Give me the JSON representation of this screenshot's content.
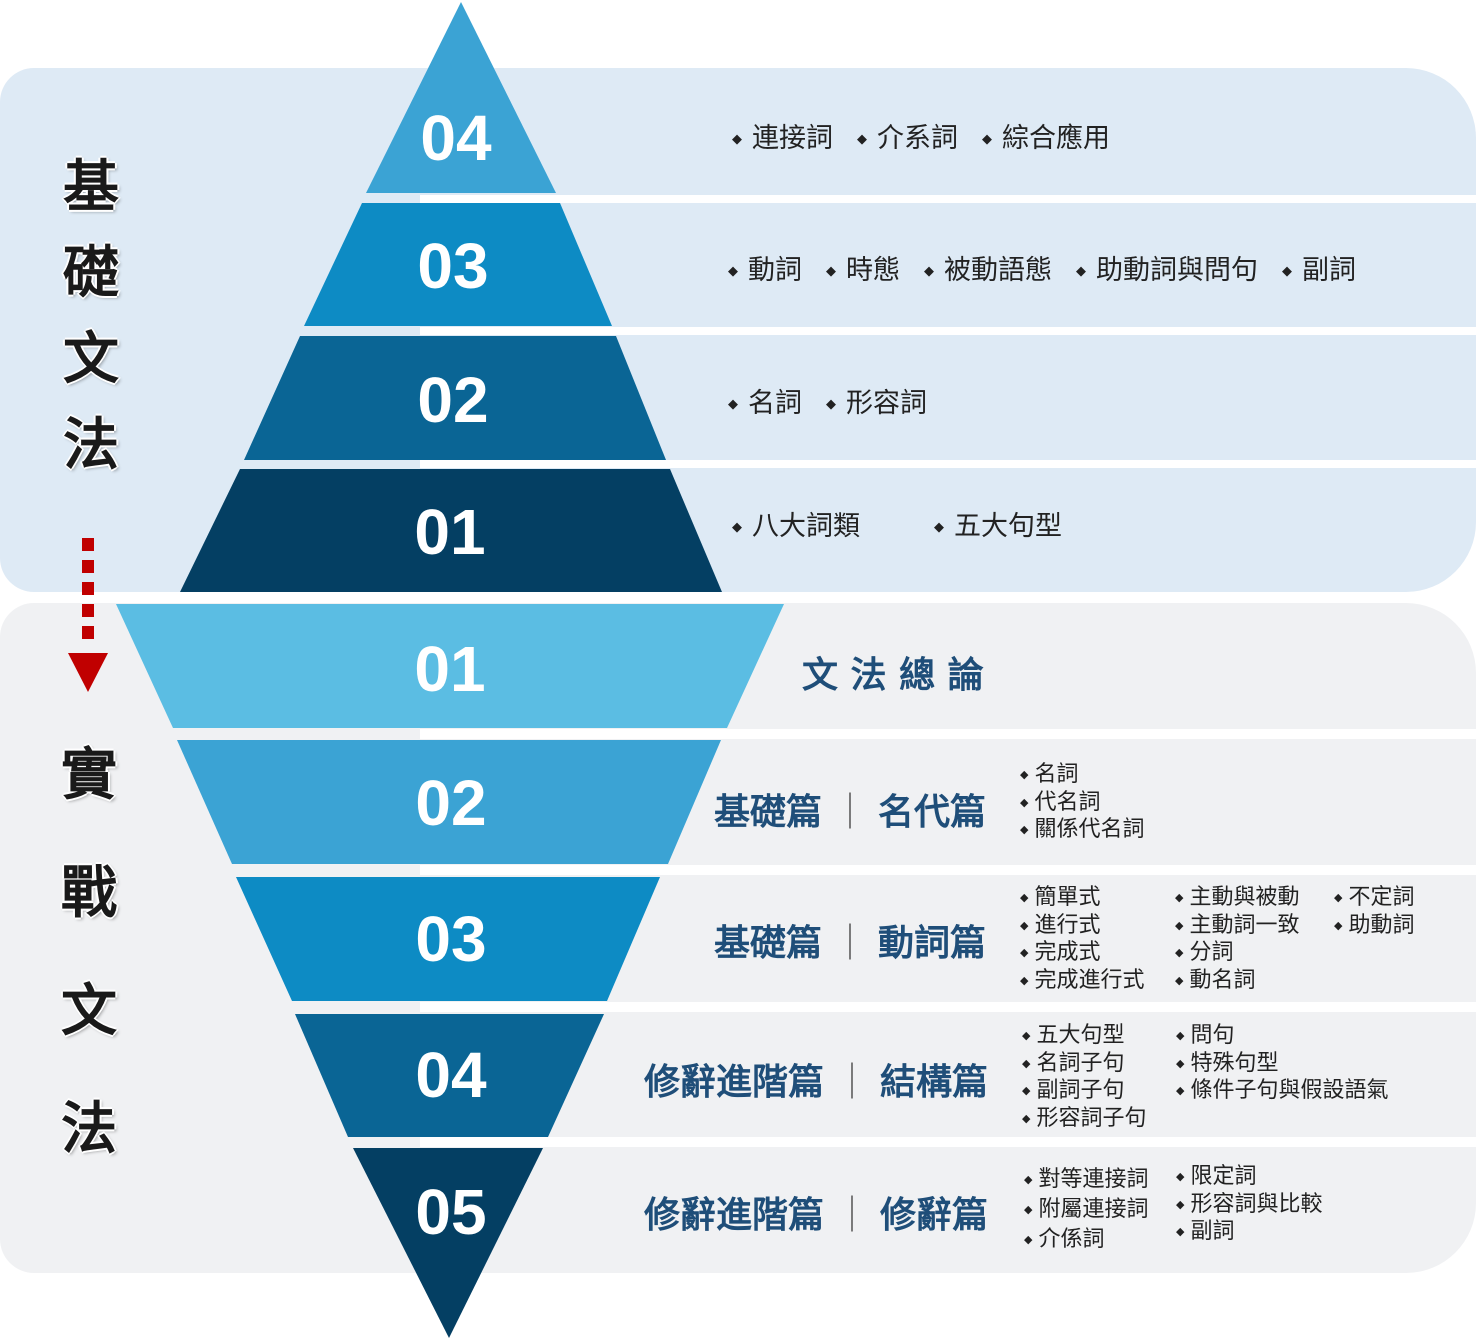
{
  "basic": {
    "title": [
      "基",
      "礎",
      "文",
      "法"
    ],
    "levels": [
      {
        "num": "04",
        "items": [
          "連接詞",
          "介系詞",
          "綜合應用"
        ]
      },
      {
        "num": "03",
        "items": [
          "動詞",
          "時態",
          "被動語態",
          "助動詞與問句",
          "副詞"
        ]
      },
      {
        "num": "02",
        "items": [
          "名詞",
          "形容詞"
        ]
      },
      {
        "num": "01",
        "items": [
          "八大詞類",
          "五大句型"
        ]
      }
    ]
  },
  "practical": {
    "title": [
      "實",
      "戰",
      "文",
      "法"
    ],
    "levels": [
      {
        "num": "01",
        "title": "文 法 總 論",
        "cols": []
      },
      {
        "num": "02",
        "title_a": "基礎篇",
        "title_b": "名代篇",
        "cols": [
          [
            "名詞",
            "代名詞",
            "關係代名詞"
          ]
        ]
      },
      {
        "num": "03",
        "title_a": "基礎篇",
        "title_b": "動詞篇",
        "cols": [
          [
            "簡單式",
            "進行式",
            "完成式",
            "完成進行式"
          ],
          [
            "主動與被動",
            "主動詞一致",
            "分詞",
            "動名詞"
          ],
          [
            "不定詞",
            "助動詞"
          ]
        ]
      },
      {
        "num": "04",
        "title_a": "修辭進階篇",
        "title_b": "結構篇",
        "cols": [
          [
            "五大句型",
            "名詞子句",
            "副詞子句",
            "形容詞子句"
          ],
          [
            "問句",
            "特殊句型",
            "條件子句與假設語氣"
          ]
        ]
      },
      {
        "num": "05",
        "title_a": "修辭進階篇",
        "title_b": "修辭篇",
        "cols": [
          [
            "對等連接詞",
            "附屬連接詞",
            "介係詞"
          ],
          [
            "限定詞",
            "形容詞與比較",
            "副詞"
          ]
        ]
      }
    ]
  },
  "separator": "｜",
  "colors": {
    "basic_bg": "#deeaf5",
    "practical_bg": "#f0f1f3",
    "arrow": "#c00000",
    "top": [
      "#3ba3d4",
      "#0d8bc4",
      "#0a6595",
      "#043f63"
    ],
    "bottom": [
      "#5bbde3",
      "#3ba3d4",
      "#0d8bc4",
      "#0a6595",
      "#043f63"
    ],
    "title_text": "#1f4e79"
  }
}
